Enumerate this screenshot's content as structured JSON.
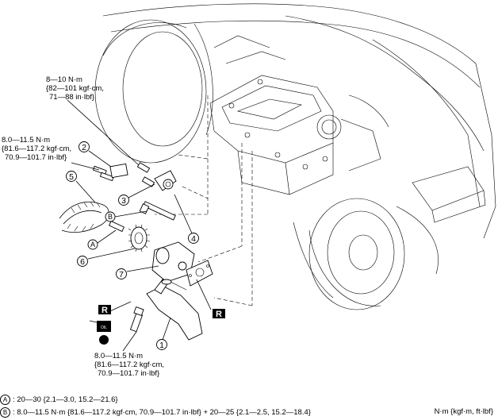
{
  "torque_specs": {
    "upper_bolts": {
      "line1": "8—10 N·m",
      "line2": "{82—101 kgf·cm,",
      "line3": "71—88 in·lbf}"
    },
    "left_bolts": {
      "line1": "8.0—11.5 N·m",
      "line2": "{81.6—117.2 kgf·cm,",
      "line3": "70.9—101.7 in·lbf}"
    },
    "bottom_bolt": {
      "line1": "8.0—11.5 N·m",
      "line2": "{81.6—117.2 kgf·cm,",
      "line3": "70.9—101.7 in·lbf}"
    }
  },
  "part_numbers": [
    "1",
    "2",
    "3",
    "4",
    "5",
    "6",
    "7"
  ],
  "letters": {
    "A": "A",
    "B": "B"
  },
  "replace_marker": "R",
  "oil_marker": "OIL",
  "legend": {
    "A": {
      "letter": "A",
      "text": ": 20—30 {2.1—3.0, 15.2—21.6}"
    },
    "B": {
      "letter": "B",
      "text": ": 8.0—11.5 N·m {81.6—117.2 kgf·cm, 70.9—101.7 in·lbf} + 20—25 {2.1—2.5, 15.2—18.4}"
    }
  },
  "units": "N·m {kgf·m, ft·lbf}"
}
